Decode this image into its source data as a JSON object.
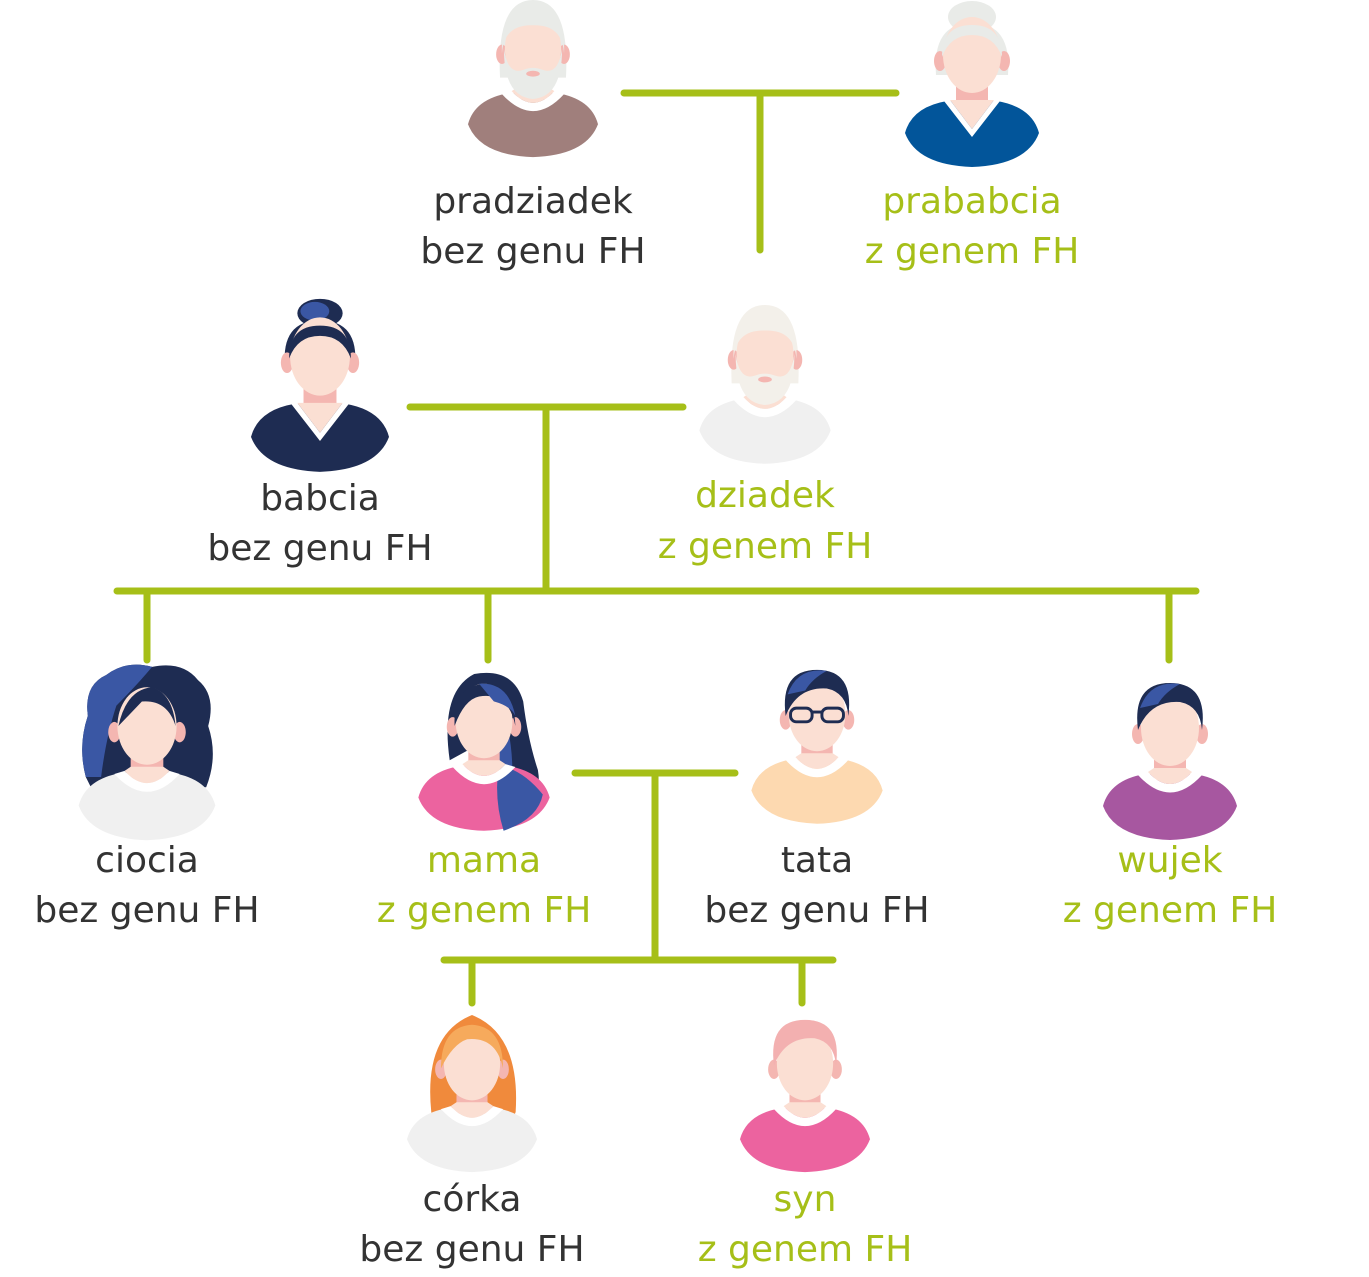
{
  "colors": {
    "connector": "#a6bf18",
    "text_carrier": "#a6bf18",
    "text_non_carrier": "#333333",
    "skin": "#fbdfd3",
    "skin_shadow": "#f4b6b1",
    "collar": "#ffffff"
  },
  "people": [
    {
      "id": "pradziadek",
      "name": "pradziadek",
      "status": "bez genu FH",
      "carrier": false,
      "hair_style": "old-man",
      "hair_color": "#e9ebe8",
      "shirt_color": "#a07f7c",
      "beard": true
    },
    {
      "id": "prababcia",
      "name": "prababcia",
      "status": "z genem FH",
      "carrier": true,
      "hair_style": "bun-grey",
      "hair_color": "#e9ebe8",
      "shirt_color": "#02559a",
      "beard": false,
      "vneck": true
    },
    {
      "id": "babcia",
      "name": "babcia",
      "status": "bez genu FH",
      "carrier": false,
      "hair_style": "bun",
      "hair_color": "#1e2c52",
      "hair_accent": "#3a57a4",
      "shirt_color": "#1e2c52",
      "beard": false,
      "vneck": true
    },
    {
      "id": "dziadek",
      "name": "dziadek",
      "status": "z genem FH",
      "carrier": true,
      "hair_style": "old-man",
      "hair_color": "#f3f0ea",
      "shirt_color": "#f0f0f0",
      "beard": true
    },
    {
      "id": "ciocia",
      "name": "ciocia",
      "status": "bez genu FH",
      "carrier": false,
      "hair_style": "curly",
      "hair_color": "#1e2c52",
      "hair_accent": "#3a57a4",
      "shirt_color": "#f0f0f0",
      "beard": false
    },
    {
      "id": "mama",
      "name": "mama",
      "status": "z genem FH",
      "carrier": true,
      "hair_style": "long",
      "hair_color": "#1e2c52",
      "hair_accent": "#3a57a4",
      "shirt_color": "#ec639f",
      "beard": false
    },
    {
      "id": "tata",
      "name": "tata",
      "status": "bez genu FH",
      "carrier": false,
      "hair_style": "short",
      "hair_color": "#1e2c52",
      "hair_accent": "#3a57a4",
      "shirt_color": "#fdd9b0",
      "beard": false,
      "glasses": true
    },
    {
      "id": "wujek",
      "name": "wujek",
      "status": "z genem FH",
      "carrier": true,
      "hair_style": "short",
      "hair_color": "#1e2c52",
      "hair_accent": "#3a57a4",
      "shirt_color": "#a757a0",
      "beard": false
    },
    {
      "id": "corka",
      "name": "córka",
      "status": "bez genu FH",
      "carrier": false,
      "hair_style": "long-ginger",
      "hair_color": "#f08a3c",
      "hair_accent": "#f6aa5c",
      "shirt_color": "#f0f0f0",
      "beard": false
    },
    {
      "id": "syn",
      "name": "syn",
      "status": "z genem FH",
      "carrier": true,
      "hair_style": "short",
      "hair_color": "#f3b0b0",
      "hair_accent": "#f3b0b0",
      "shirt_color": "#ec639f",
      "beard": false
    }
  ]
}
